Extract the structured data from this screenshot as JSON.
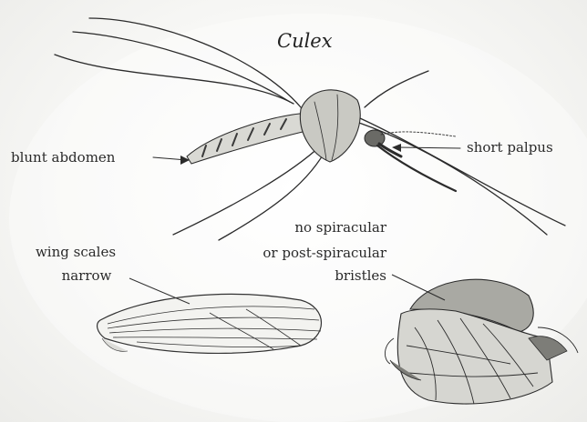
{
  "figure": {
    "title": "Culex",
    "labels": {
      "blunt_abdomen": "blunt abdomen",
      "short_palpus": "short palpus",
      "spiracular_line1": "no spiracular",
      "spiracular_line2": "or post-spiracular",
      "spiracular_line3": "bristles",
      "wing_line1": "wing scales",
      "wing_line2": "narrow"
    }
  }
}
